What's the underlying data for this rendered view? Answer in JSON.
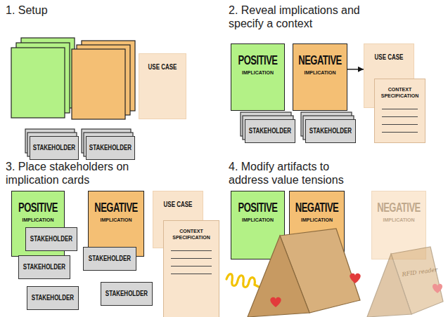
{
  "diagram": {
    "nodes": [
      {
        "text": [
          "USE CASE"
        ]
      },
      {
        "text": [
          "STAKEHOLDER"
        ]
      },
      {
        "text": [
          "STAKEHOLDER"
        ]
      },
      {
        "text": [
          "POSITIVE",
          "IMPLICATION"
        ]
      },
      {
        "text": [
          "NEGATIVE",
          "IMPLICATION"
        ]
      },
      {
        "text": [
          "USE CASE"
        ]
      },
      {
        "text": [
          "CONTEXT SPECIFICATION"
        ]
      },
      {
        "text": [
          "STAKEHOLDER"
        ]
      },
      {
        "text": [
          "STAKEHOLDER"
        ]
      },
      {
        "text": [
          "POSITIVE",
          "IMPLICATION"
        ]
      },
      {
        "text": [
          "NEGATIVE",
          "IMPLICATION"
        ]
      },
      {
        "text": [
          "USE CASE"
        ]
      },
      {
        "text": [
          "CONTEXT SPECIFICATION"
        ]
      },
      {
        "text": [
          "STAKEHOLDER"
        ]
      },
      {
        "text": [
          "STAKEHOLDER"
        ]
      },
      {
        "text": [
          "STAKEHOLDER"
        ]
      },
      {
        "text": [
          "STAKEHOLDER"
        ]
      },
      {
        "text": [
          "STAKEHOLDER"
        ]
      },
      {
        "text": [
          "POSITIVE",
          "IMPLICATION"
        ]
      },
      {
        "text": [
          "NEGATIVE",
          "IMPLICATION"
        ]
      },
      {
        "text": [
          "NEGATIVE",
          "IMPLICATION"
        ]
      }
    ],
    "edges": [
      {
        "from": 4,
        "to": 5,
        "arrow": "to"
      }
    ],
    "labels": [
      "1. Setup",
      "2. Reveal implications and specify a context",
      "3. Place stakeholders on implication cards",
      "4. Modify artifacts to address value tensions",
      "RFID reader",
      "RFID reader"
    ]
  }
}
